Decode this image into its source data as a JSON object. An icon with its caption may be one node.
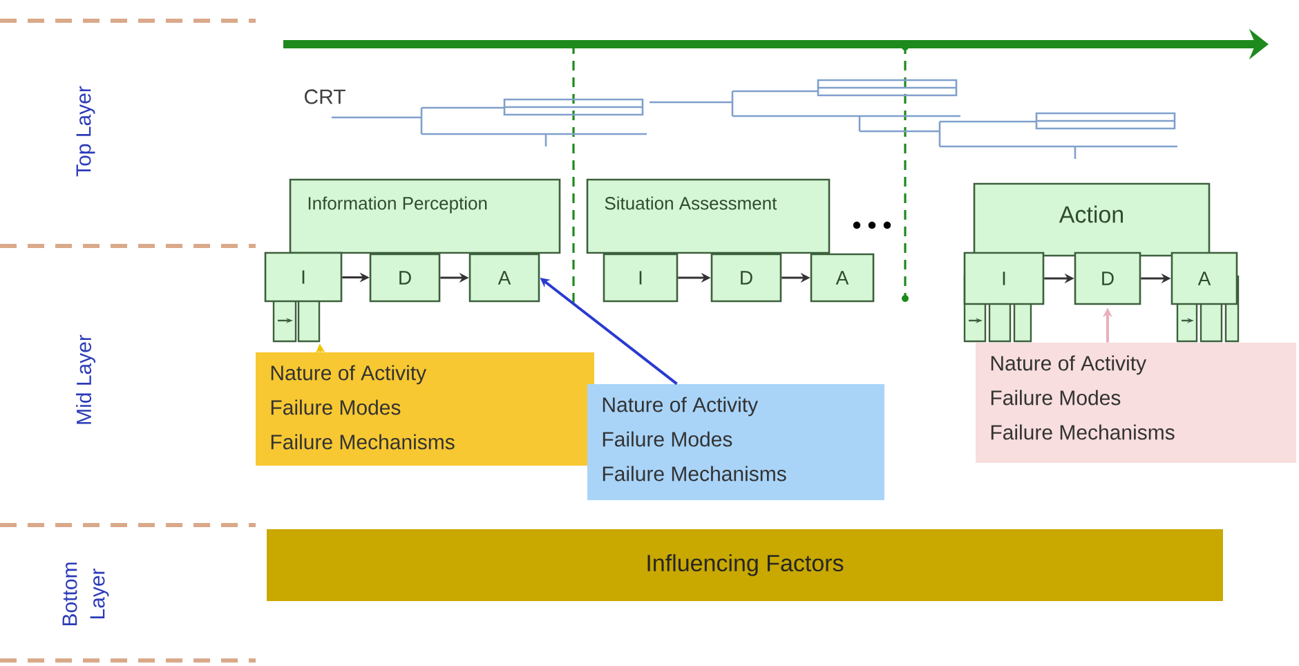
{
  "diagram": {
    "nodes": [
      {
        "text": [
          "Information Perception"
        ]
      },
      {
        "text": [
          "I"
        ]
      },
      {
        "text": [
          "D"
        ]
      },
      {
        "text": [
          "A"
        ]
      },
      {
        "text": [
          "Situation Assessment"
        ]
      },
      {
        "text": [
          "I"
        ]
      },
      {
        "text": [
          "D"
        ]
      },
      {
        "text": [
          "A"
        ]
      },
      {
        "text": [
          "Action"
        ]
      },
      {
        "text": [
          "I"
        ]
      },
      {
        "text": [
          "D"
        ]
      },
      {
        "text": [
          "A"
        ]
      },
      {
        "text": [
          "Nature of Activity",
          "Failure Modes",
          "Failure Mechanisms"
        ]
      },
      {
        "text": [
          "Nature of Activity",
          "Failure Modes",
          "Failure Mechanisms"
        ]
      },
      {
        "text": [
          "Nature of Activity",
          "Failure Modes",
          "Failure Mechanisms"
        ]
      },
      {
        "text": [
          "Influencing Factors"
        ]
      }
    ],
    "edges": [
      {
        "from": 1,
        "to": 2,
        "arrow": "to"
      },
      {
        "from": 2,
        "to": 3,
        "arrow": "to"
      },
      {
        "from": 5,
        "to": 6,
        "arrow": "to"
      },
      {
        "from": 6,
        "to": 7,
        "arrow": "to"
      },
      {
        "from": 9,
        "to": 10,
        "arrow": "to"
      },
      {
        "from": 10,
        "to": 11,
        "arrow": "to"
      },
      {
        "from": 12,
        "to": 1,
        "arrow": "to",
        "color": "#f2c200"
      },
      {
        "from": 13,
        "to": 3,
        "arrow": "to",
        "color": "#2a3ad0"
      },
      {
        "from": 14,
        "to": 10,
        "arrow": "to",
        "color": "#e8b0bc"
      }
    ],
    "labels": [
      "Top Layer",
      "CRT",
      "Mid Layer",
      "Bottom Layer"
    ]
  }
}
